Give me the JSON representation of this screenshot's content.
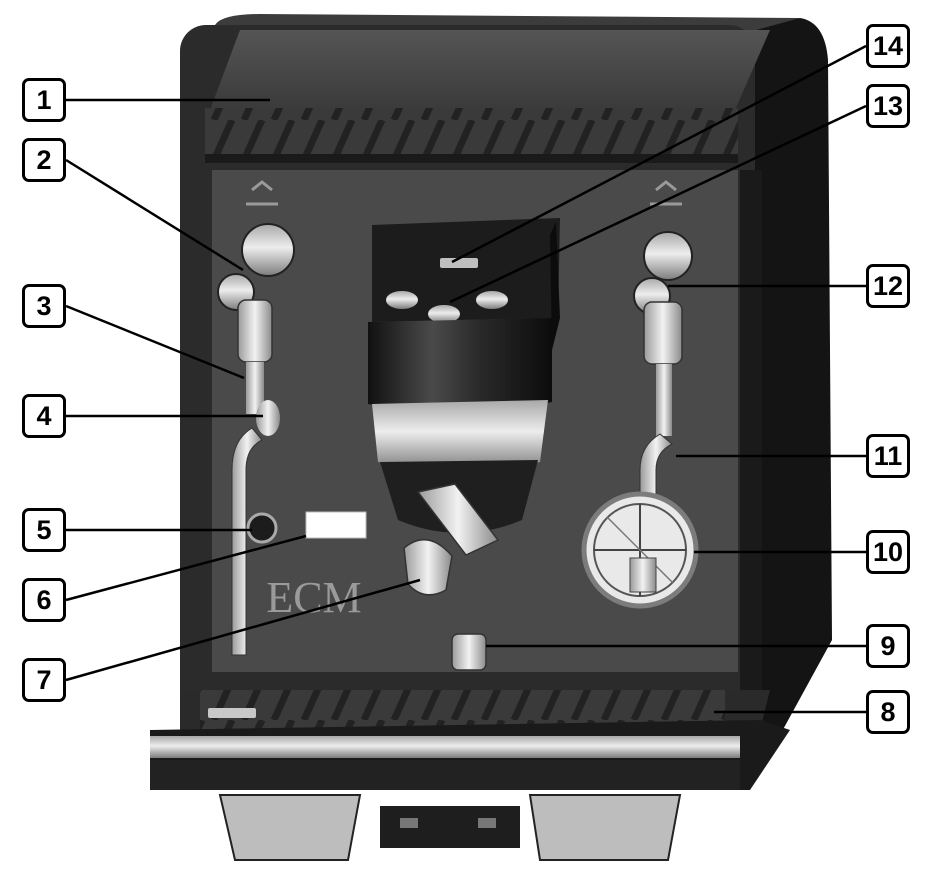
{
  "brand": {
    "logo_text": "ECM"
  },
  "callouts": [
    {
      "number": "1"
    },
    {
      "number": "2"
    },
    {
      "number": "3"
    },
    {
      "number": "4"
    },
    {
      "number": "5"
    },
    {
      "number": "6"
    },
    {
      "number": "7"
    },
    {
      "number": "8"
    },
    {
      "number": "9"
    },
    {
      "number": "10"
    },
    {
      "number": "11"
    },
    {
      "number": "12"
    },
    {
      "number": "13"
    },
    {
      "number": "14"
    }
  ],
  "colors": {
    "body_dark": "#2a2a2a",
    "front_panel": "#4b4b4b",
    "side_panel": "#151515",
    "metal": "#cfcfcf",
    "callout_border": "#000000"
  }
}
